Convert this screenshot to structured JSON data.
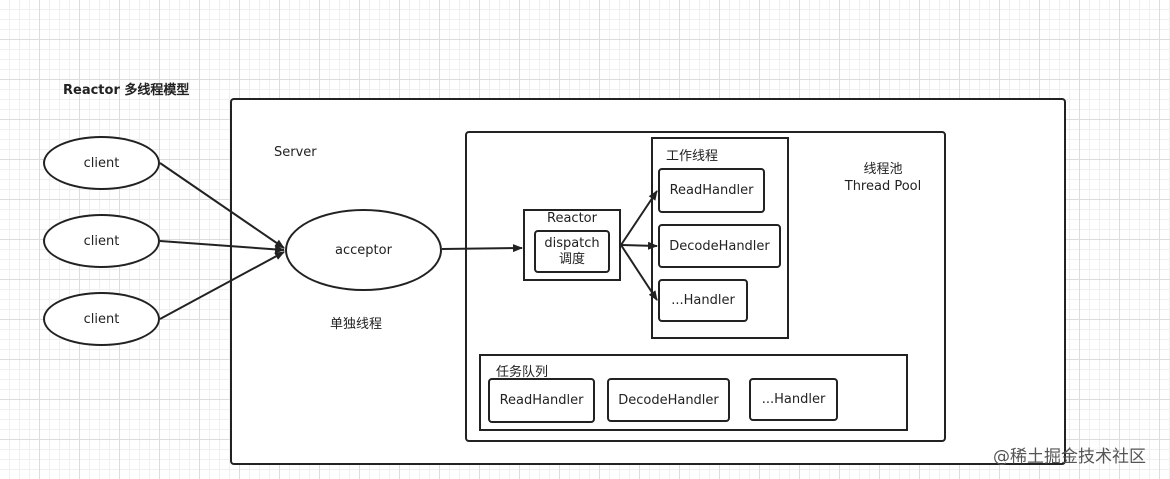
{
  "title": "Reactor 多线程模型",
  "clients": [
    "client",
    "client",
    "client"
  ],
  "server_label": "Server",
  "acceptor": {
    "label": "acceptor",
    "caption": "单独线程"
  },
  "reactor": {
    "title": "Reactor",
    "dispatch_line1": "dispatch",
    "dispatch_line2": "调度"
  },
  "worker": {
    "title": "工作线程",
    "handlers": [
      "ReadHandler",
      "DecodeHandler",
      "...Handler"
    ]
  },
  "thread_pool": {
    "label_cn": "线程池",
    "label_en": "Thread Pool"
  },
  "task_queue": {
    "title": "任务队列",
    "handlers": [
      "ReadHandler",
      "DecodeHandler",
      "...Handler"
    ]
  },
  "watermark": "@稀土掘金技术社区"
}
